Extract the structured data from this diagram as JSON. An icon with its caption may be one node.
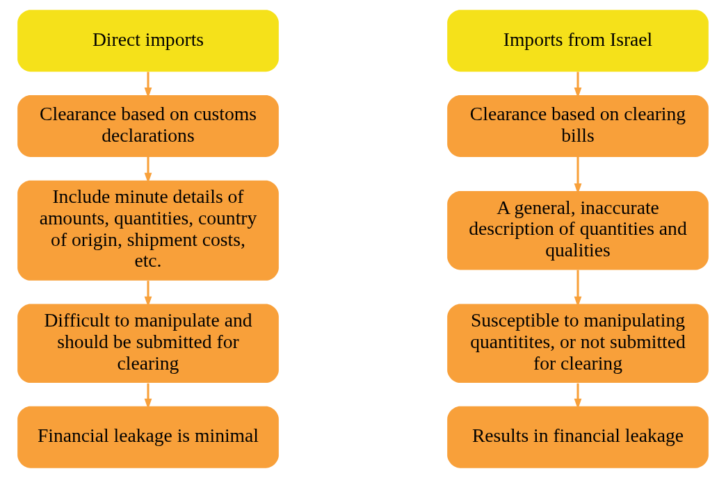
{
  "diagram": {
    "nodes": [
      {
        "text": [
          "Direct imports"
        ]
      },
      {
        "text": [
          "Clearance based on customs declarations"
        ]
      },
      {
        "text": [
          "Include minute details of amounts, quantities, country of origin, shipment costs, etc."
        ]
      },
      {
        "text": [
          "Difficult to manipulate and should be submitted for clearing"
        ]
      },
      {
        "text": [
          "Financial leakage is minimal"
        ]
      },
      {
        "text": [
          "Imports from Israel"
        ]
      },
      {
        "text": [
          "Clearance based on clearing bills"
        ]
      },
      {
        "text": [
          "A general, inaccurate description of quantities and qualities"
        ]
      },
      {
        "text": [
          "Susceptible to manipulating quantitites, or not submitted for clearing"
        ]
      },
      {
        "text": [
          "Results in financial leakage"
        ]
      }
    ],
    "edges": [
      {
        "from": 0,
        "to": 1,
        "arrow": "to"
      },
      {
        "from": 1,
        "to": 2,
        "arrow": "to"
      },
      {
        "from": 2,
        "to": 3,
        "arrow": "to"
      },
      {
        "from": 3,
        "to": 4,
        "arrow": "to"
      },
      {
        "from": 5,
        "to": 6,
        "arrow": "to"
      },
      {
        "from": 6,
        "to": 7,
        "arrow": "to"
      },
      {
        "from": 7,
        "to": 8,
        "arrow": "to"
      },
      {
        "from": 8,
        "to": 9,
        "arrow": "to"
      }
    ]
  }
}
